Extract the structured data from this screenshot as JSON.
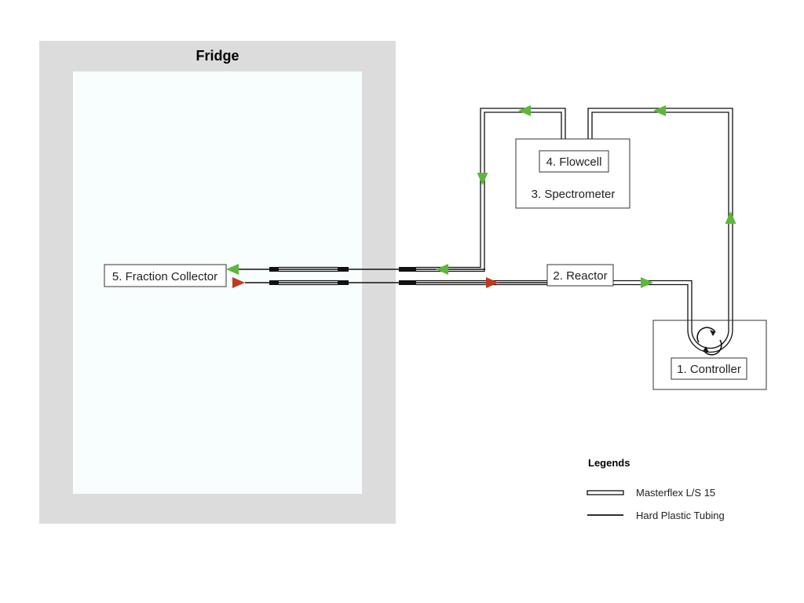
{
  "fridge": {
    "title": "Fridge"
  },
  "components": {
    "fraction_collector": "5. Fraction Collector",
    "reactor": "2. Reactor",
    "flowcell": "4. Flowcell",
    "spectrometer": "3. Spectrometer",
    "controller": "1. Controller"
  },
  "legend": {
    "title": "Legends",
    "items": [
      {
        "label": "Masterflex L/S 15",
        "style": "double-line"
      },
      {
        "label": "Hard Plastic Tubing",
        "style": "single-line"
      }
    ]
  },
  "colors": {
    "fridge_wall": "#dcdcdc",
    "fridge_interior": "#f8fdfe",
    "arrow_cold": "#5cb83a",
    "arrow_hot": "#c0391f",
    "line": "#111111"
  }
}
